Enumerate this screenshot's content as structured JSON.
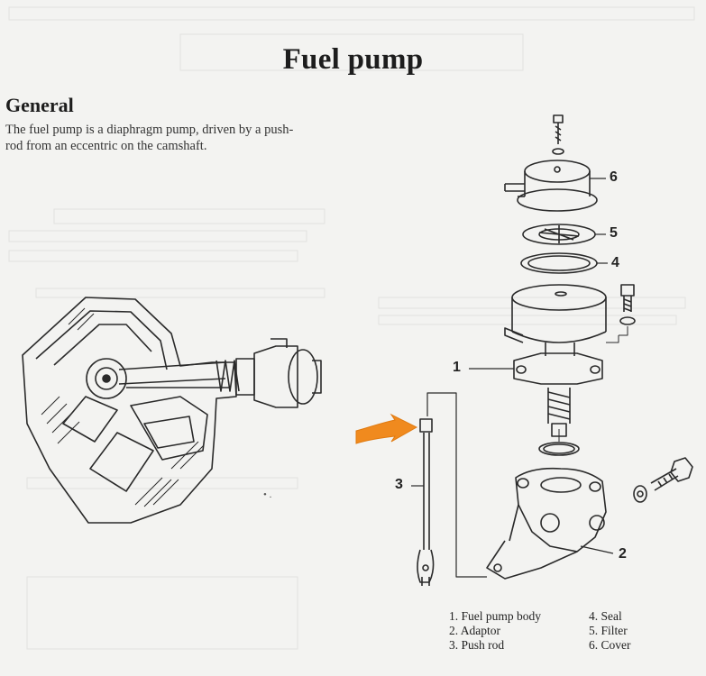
{
  "page": {
    "title": "Fuel pump",
    "section_heading": "General",
    "paragraph_lines": [
      "The fuel pump is a diaphragm pump, driven by a push-",
      "rod from an eccentric on the camshaft."
    ]
  },
  "diagram": {
    "callouts": [
      "1",
      "2",
      "3",
      "4",
      "5",
      "6"
    ],
    "legend_left": [
      "1.  Fuel pump body",
      "2.  Adaptor",
      "3.  Push rod"
    ],
    "legend_right": [
      "4.  Seal",
      "5.  Filter",
      "6.  Cover"
    ],
    "annotation_arrow_color": "#f08a1e"
  }
}
